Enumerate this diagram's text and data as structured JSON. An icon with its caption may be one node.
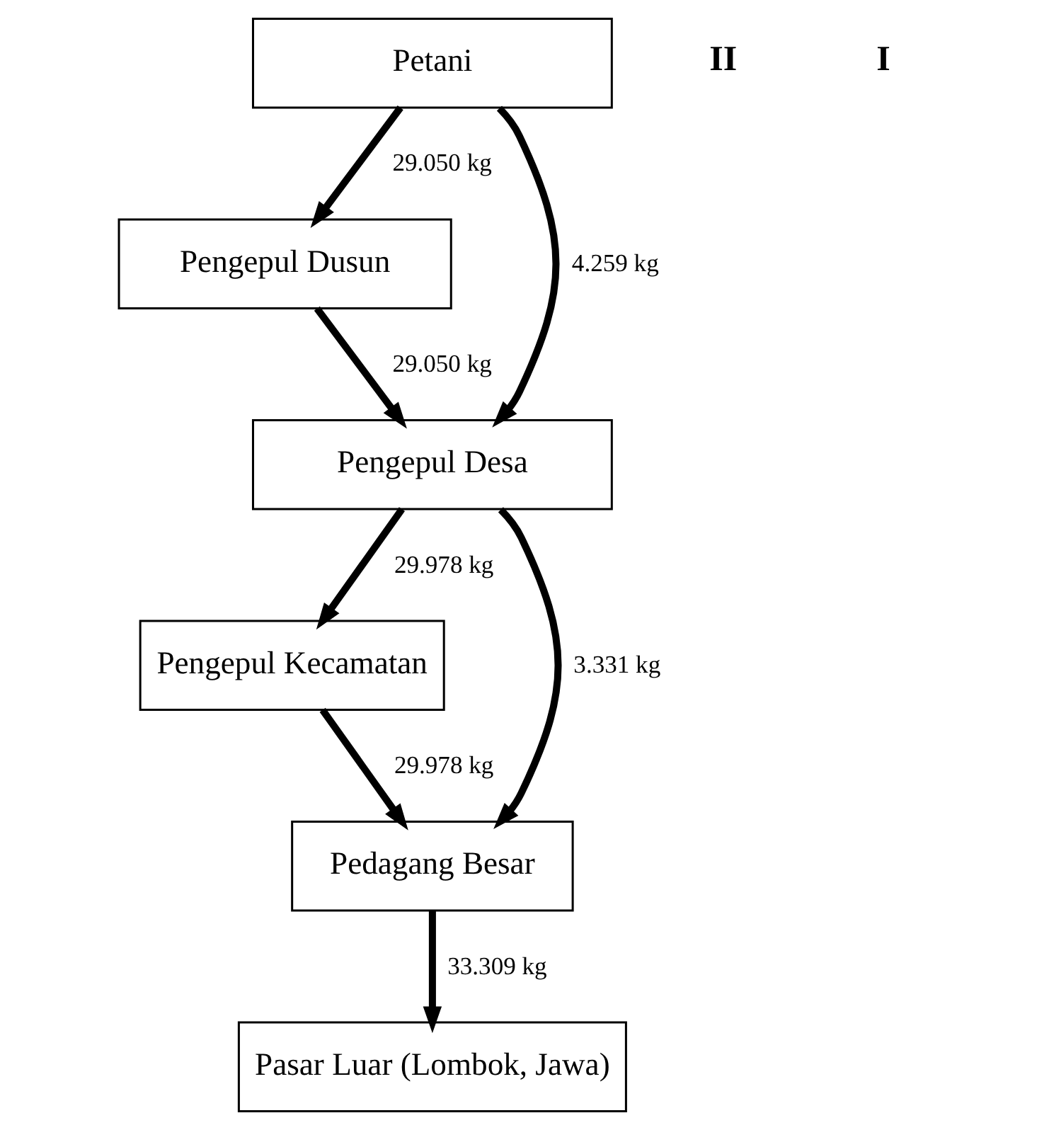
{
  "diagram": {
    "nodes": [
      {
        "text": [
          "Petani"
        ]
      },
      {
        "text": [
          "Pengepul Dusun"
        ]
      },
      {
        "text": [
          "Pengepul Desa"
        ]
      },
      {
        "text": [
          "Pengepul Kecamatan"
        ]
      },
      {
        "text": [
          "Pedagang Besar"
        ]
      },
      {
        "text": [
          "Pasar Luar (Lombok, Jawa)"
        ]
      }
    ],
    "edges": [
      {
        "from": 0,
        "to": 1,
        "arrow": "to",
        "label": "29.050 kg"
      },
      {
        "from": 1,
        "to": 2,
        "arrow": "to",
        "label": "29.050 kg"
      },
      {
        "from": 0,
        "to": 2,
        "arrow": "to",
        "label": "4.259 kg"
      },
      {
        "from": 2,
        "to": 3,
        "arrow": "to",
        "label": "29.978 kg"
      },
      {
        "from": 2,
        "to": 4,
        "arrow": "to",
        "label": "3.331 kg"
      },
      {
        "from": 3,
        "to": 4,
        "arrow": "to",
        "label": "29.978 kg"
      },
      {
        "from": 4,
        "to": 5,
        "arrow": "to",
        "label": "33.309 kg"
      }
    ],
    "labels": [
      "II",
      "I"
    ]
  }
}
